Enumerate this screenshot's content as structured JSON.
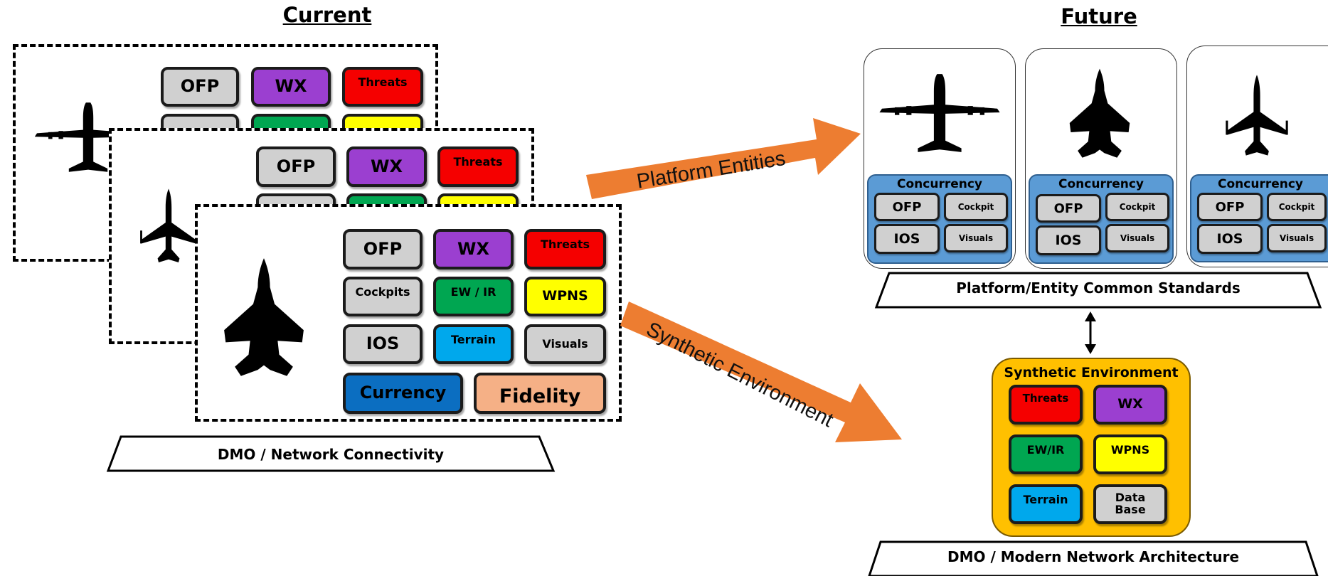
{
  "headings": {
    "current": "Current",
    "future": "Future"
  },
  "current": {
    "layer_back": {
      "chips": {
        "ofp": "OFP",
        "wx": "WX",
        "threats": "Threats"
      }
    },
    "layer_middle": {
      "chips": {
        "ofp": "OFP",
        "wx": "WX",
        "threats": "Threats"
      }
    },
    "layer_front": {
      "chips": {
        "ofp": "OFP",
        "wx": "WX",
        "threats": "Threats",
        "cockpits": "Cockpits",
        "ew_ir": "EW / IR",
        "wpns": "WPNS",
        "ios": "IOS",
        "terrain": "Terrain",
        "visuals": "Visuals",
        "currency": "Currency",
        "fidelity": "Fidelity"
      }
    },
    "base_label": "DMO / Network Connectivity"
  },
  "arrows": {
    "platform": "Platform Entities",
    "synthetic": "Synthetic Environment"
  },
  "future": {
    "platforms": [
      {
        "plane_icon": "transport-aircraft-icon",
        "title": "Concurrency",
        "ofp": "OFP",
        "cockpit": "Cockpit",
        "ios": "IOS",
        "visuals": "Visuals"
      },
      {
        "plane_icon": "stealth-fighter-icon",
        "title": "Concurrency",
        "ofp": "OFP",
        "cockpit": "Cockpit",
        "ios": "IOS",
        "visuals": "Visuals"
      },
      {
        "plane_icon": "fighter-jet-icon",
        "title": "Concurrency",
        "ofp": "OFP",
        "cockpit": "Cockpit",
        "ios": "IOS",
        "visuals": "Visuals"
      }
    ],
    "standards_label": "Platform/Entity Common Standards",
    "synthetic_env": {
      "title": "Synthetic Environment",
      "threats": "Threats",
      "wx": "WX",
      "ew_ir": "EW/IR",
      "wpns": "WPNS",
      "terrain": "Terrain",
      "database_line1": "Data",
      "database_line2": "Base"
    },
    "base_label": "DMO / Modern Network Architecture"
  },
  "colors": {
    "gray": "#d0d0d0",
    "purple": "#9b3fd0",
    "red": "#f50000",
    "green": "#00a651",
    "yellow": "#ffff00",
    "cyan": "#00a8ec",
    "blue": "#0b6ec1",
    "peach": "#f5b086",
    "concurrency_blue": "#5b9bd5",
    "synthetic_orange": "#ffc000",
    "arrow_orange": "#ed7d31"
  }
}
